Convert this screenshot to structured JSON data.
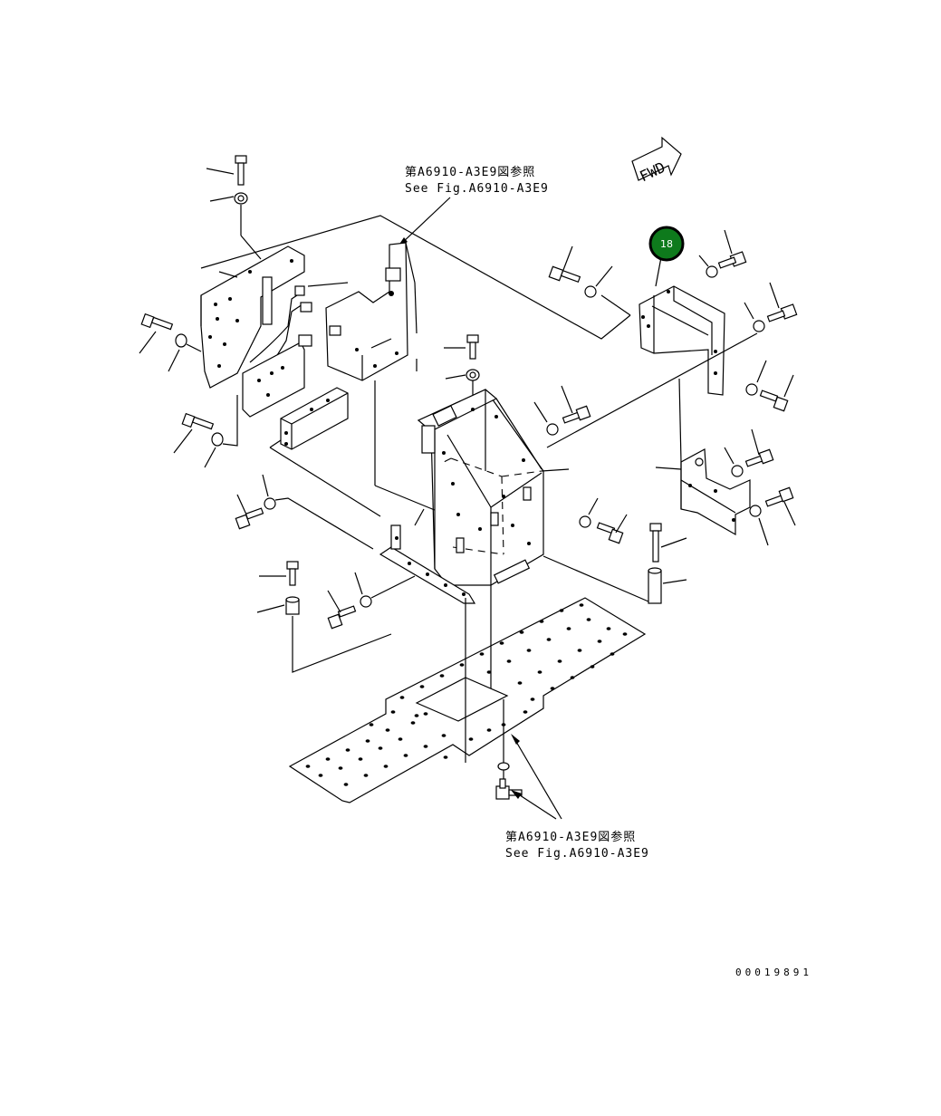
{
  "reference_top": {
    "line1": "第A6910-A3E9図参照",
    "line2": "See Fig.A6910-A3E9"
  },
  "reference_bottom": {
    "line1": "第A6910-A3E9図参照",
    "line2": "See Fig.A6910-A3E9"
  },
  "fwd_label": "FWD",
  "callout": {
    "number": "18",
    "color": "#0e7a1c",
    "ring_color": "#000000"
  },
  "drawing_code": "00019891"
}
